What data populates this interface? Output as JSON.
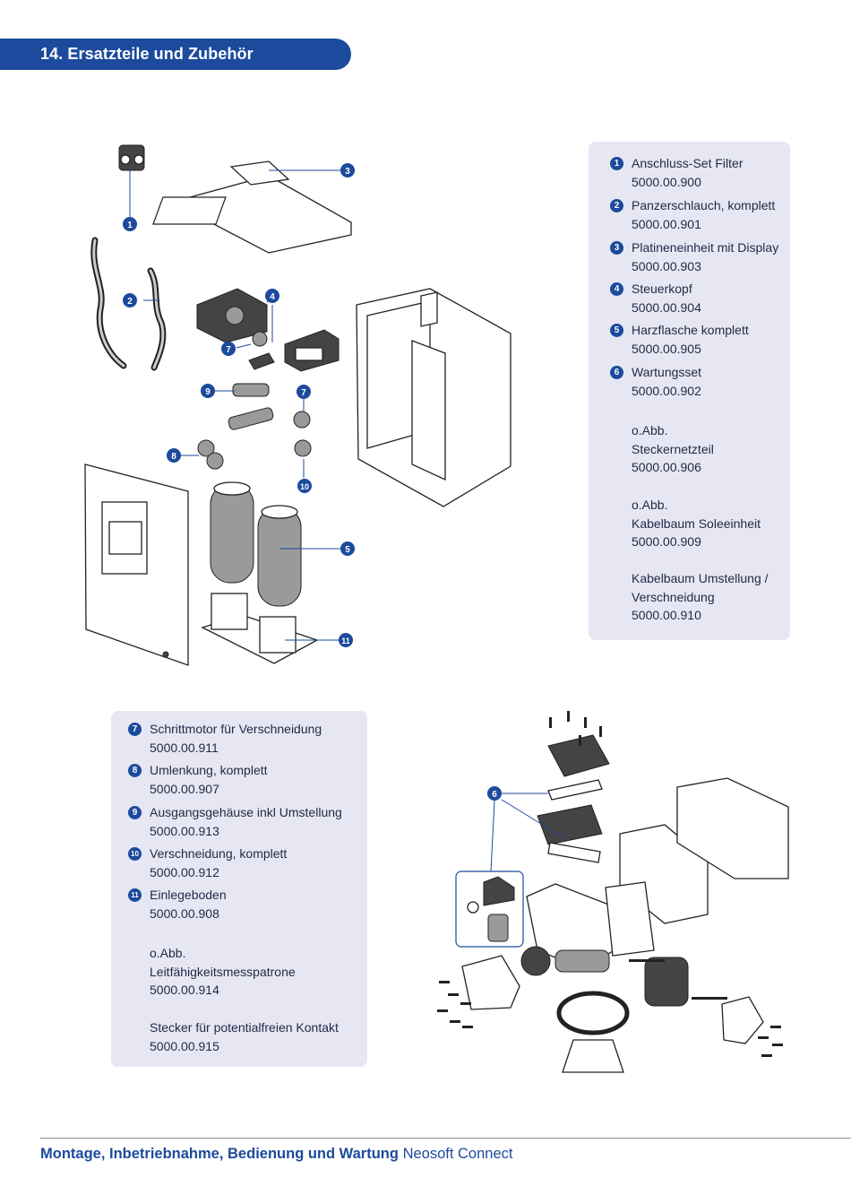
{
  "header": {
    "title": "14. Ersatzteile und Zubehör"
  },
  "callouts": {
    "c1": "1",
    "c2": "2",
    "c3": "3",
    "c4": "4",
    "c5": "5",
    "c6a": "6",
    "c7a": "7",
    "c7b": "7",
    "c8": "8",
    "c9": "9",
    "c10": "10",
    "c11": "11"
  },
  "parts_list_a": [
    {
      "badge": "1",
      "name": "Anschluss-Set Filter",
      "number": "5000.00.900"
    },
    {
      "badge": "2",
      "name": "Panzerschlauch, komplett",
      "number": "5000.00.901"
    },
    {
      "badge": "3",
      "name": "Platineneinheit mit Display",
      "number": "5000.00.903"
    },
    {
      "badge": "4",
      "name": "Steuerkopf",
      "number": "5000.00.904"
    },
    {
      "badge": "5",
      "name": "Harzflasche komplett",
      "number": "5000.00.905"
    },
    {
      "badge": "6",
      "name": "Wartungsset",
      "number": "5000.00.902"
    }
  ],
  "extra_a": [
    {
      "l1": "o.Abb.",
      "l2": "Steckernetzteil",
      "l3": "5000.00.906"
    },
    {
      "l1": "o.Abb.",
      "l2": "Kabelbaum Soleeinheit",
      "l3": "5000.00.909"
    },
    {
      "l1": "Kabelbaum Umstellung /",
      "l2": "Verschneidung",
      "l3": "5000.00.910"
    }
  ],
  "parts_list_b": [
    {
      "badge": "7",
      "name": "Schrittmotor für Verschneidung",
      "number": "5000.00.911"
    },
    {
      "badge": "8",
      "name": "Umlenkung, komplett",
      "number": "5000.00.907"
    },
    {
      "badge": "9",
      "name": "Ausgangsgehäuse inkl Umstellung",
      "number": "5000.00.913"
    },
    {
      "badge": "10",
      "name": "Verschneidung, komplett",
      "number": "5000.00.912"
    },
    {
      "badge": "11",
      "name": "Einlegeboden",
      "number": "5000.00.908"
    }
  ],
  "extra_b": [
    {
      "l1": "o.Abb.",
      "l2": "Leitfähigkeitsmesspatrone",
      "l3": "5000.00.914"
    },
    {
      "l1": "Stecker für potentialfreien Kontakt",
      "l2": "5000.00.915"
    }
  ],
  "footer": {
    "bold": "Montage, Inbetriebnahme, Bedienung und Wartung",
    "regular": "Neosoft Connect"
  },
  "colors": {
    "brand_blue": "#1c4a9c",
    "box_bg": "#e6e7f3"
  }
}
